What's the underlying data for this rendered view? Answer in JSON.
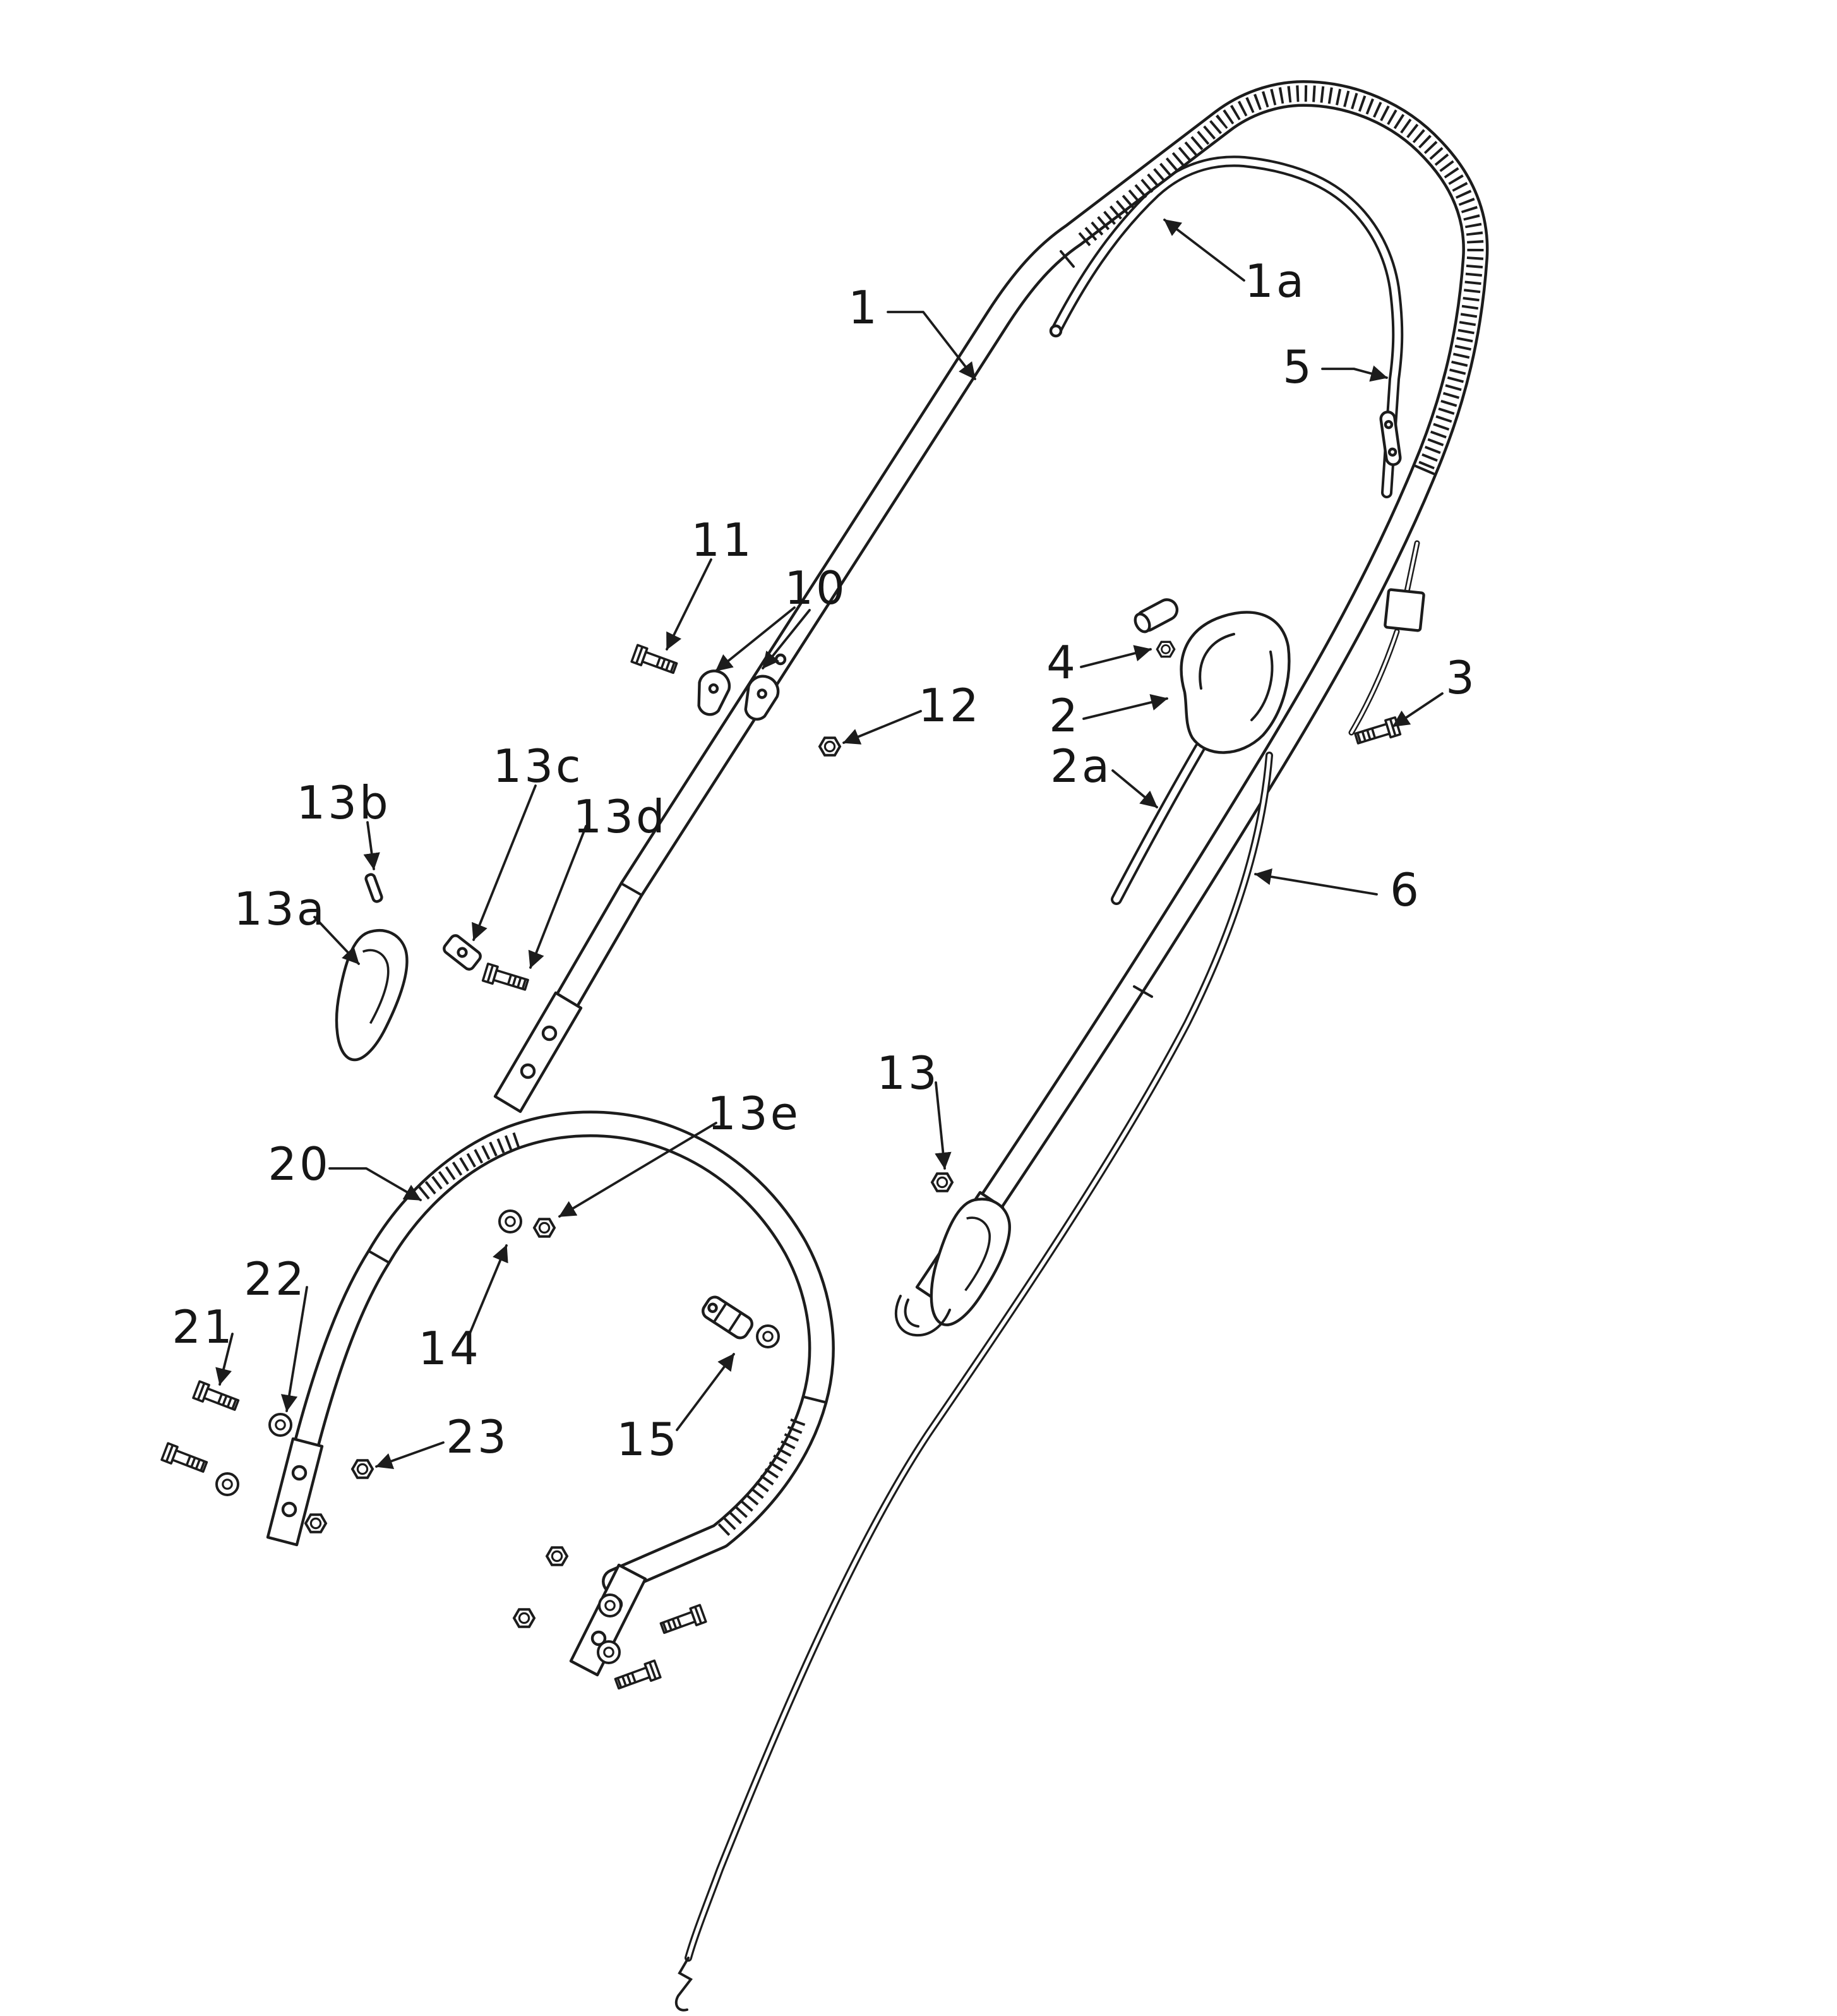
{
  "diagram": {
    "background_color": "#ffffff",
    "line_color": "#1c1c1c",
    "type": "exploded-parts-diagram",
    "callouts": {
      "c1": {
        "label": "1"
      },
      "c1a": {
        "label": "1a"
      },
      "c2": {
        "label": "2"
      },
      "c2a": {
        "label": "2a"
      },
      "c3": {
        "label": "3"
      },
      "c4": {
        "label": "4"
      },
      "c5": {
        "label": "5"
      },
      "c6": {
        "label": "6"
      },
      "c10": {
        "label": "10"
      },
      "c11": {
        "label": "11"
      },
      "c12": {
        "label": "12"
      },
      "c13": {
        "label": "13"
      },
      "c13a": {
        "label": "13a"
      },
      "c13b": {
        "label": "13b"
      },
      "c13c": {
        "label": "13c"
      },
      "c13d": {
        "label": "13d"
      },
      "c13e": {
        "label": "13e"
      },
      "c14": {
        "label": "14"
      },
      "c15": {
        "label": "15"
      },
      "c20": {
        "label": "20"
      },
      "c21": {
        "label": "21"
      },
      "c22": {
        "label": "22"
      },
      "c23": {
        "label": "23"
      }
    }
  }
}
